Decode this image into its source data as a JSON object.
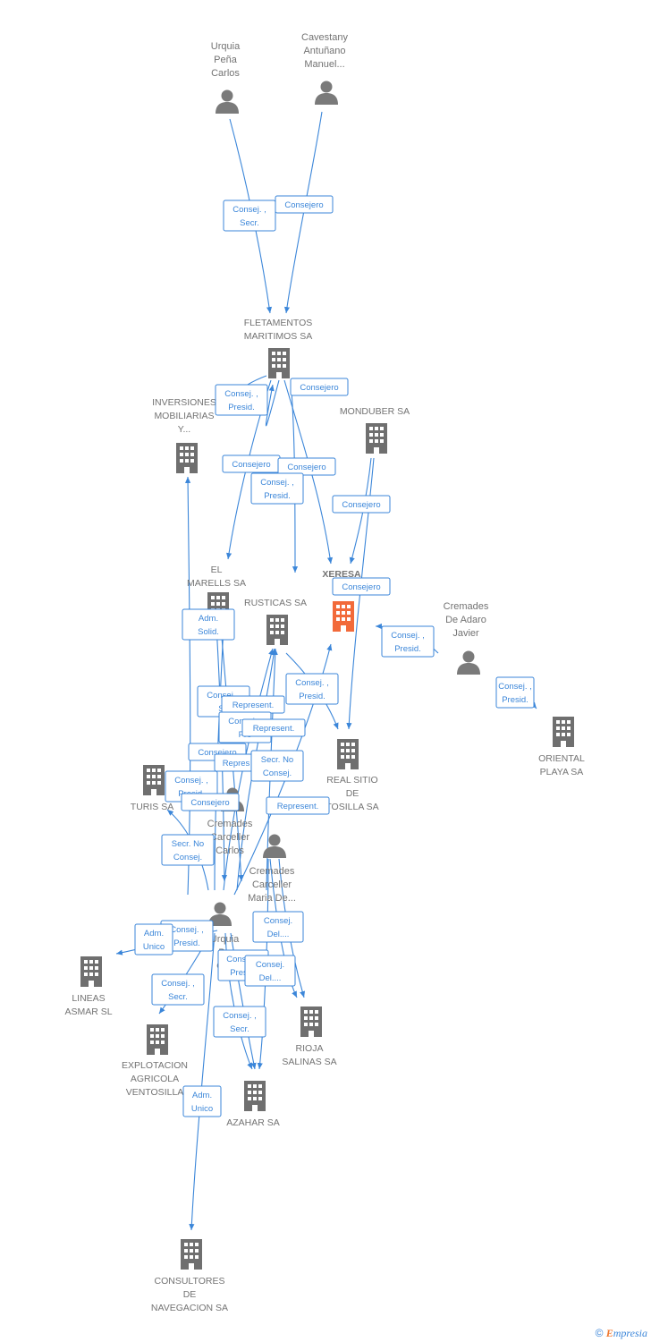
{
  "colors": {
    "edge": "#3b86d9",
    "person": "#7a7a7a",
    "company": "#6f6f6f",
    "focus": "#f26a3a",
    "label": "#737373"
  },
  "nodes": [
    {
      "id": "urquia_carlos_top",
      "kind": "person",
      "label": [
        "Urquia",
        "Peña",
        "Carlos"
      ]
    },
    {
      "id": "cavestany",
      "kind": "person",
      "label": [
        "Cavestany",
        "Antuñano",
        "Manuel..."
      ]
    },
    {
      "id": "fletamentos",
      "kind": "company",
      "label": [
        "FLETAMENTOS",
        "MARITIMOS SA"
      ]
    },
    {
      "id": "inversiones",
      "kind": "company",
      "label": [
        "INVERSIONES",
        "MOBILIARIAS",
        "Y..."
      ]
    },
    {
      "id": "monduber",
      "kind": "company",
      "label": [
        "MONDUBER SA"
      ]
    },
    {
      "id": "xeresa",
      "kind": "company",
      "focus": true,
      "label": [
        "XERESA",
        "RES"
      ]
    },
    {
      "id": "el_marells",
      "kind": "company",
      "label": [
        "EL",
        "MARELLS SA"
      ]
    },
    {
      "id": "rusticas",
      "kind": "company",
      "label": [
        "RUSTICAS SA"
      ]
    },
    {
      "id": "cremades_adaro",
      "kind": "person",
      "label": [
        "Cremades",
        "De Adaro",
        "Javier"
      ]
    },
    {
      "id": "oriental",
      "kind": "company",
      "label": [
        "ORIENTAL",
        "PLAYA SA"
      ]
    },
    {
      "id": "real_sitio",
      "kind": "company",
      "label": [
        "REAL SITIO",
        "DE",
        "TOSILLA SA"
      ]
    },
    {
      "id": "turis",
      "kind": "company",
      "label": [
        "TURIS SA"
      ]
    },
    {
      "id": "cremades_carlos",
      "kind": "person",
      "label": [
        "Cremades",
        "Carceller",
        "Carlos"
      ]
    },
    {
      "id": "cremades_maria",
      "kind": "person",
      "label": [
        "Cremades",
        "Carceller",
        "Maria De..."
      ]
    },
    {
      "id": "urquia_carlos_mid",
      "kind": "person",
      "label": [
        "Urquia",
        "Pe",
        "Car"
      ]
    },
    {
      "id": "lineas_asmar",
      "kind": "company",
      "label": [
        "LINEAS",
        "ASMAR  SL"
      ]
    },
    {
      "id": "rioja",
      "kind": "company",
      "label": [
        "RIOJA",
        "SALINAS SA"
      ]
    },
    {
      "id": "explotacion",
      "kind": "company",
      "label": [
        "EXPLOTACION",
        "AGRICOLA",
        "VENTOSILLA"
      ]
    },
    {
      "id": "azahar",
      "kind": "company",
      "label": [
        "AZAHAR SA"
      ]
    },
    {
      "id": "consultores",
      "kind": "company",
      "label": [
        "CONSULTORES",
        "DE",
        "NAVEGACION SA"
      ]
    }
  ],
  "relations": [
    {
      "label": [
        "Consej. ,",
        "Secr."
      ]
    },
    {
      "label": [
        "Consejero"
      ]
    },
    {
      "label": [
        "Consej. ,",
        "Presid."
      ]
    },
    {
      "label": [
        "Consejero"
      ]
    },
    {
      "label": [
        "Consejero"
      ]
    },
    {
      "label": [
        "Consejero"
      ]
    },
    {
      "label": [
        "Consej. ,",
        "Presid."
      ]
    },
    {
      "label": [
        "Consejero"
      ]
    },
    {
      "label": [
        "Consejero"
      ]
    },
    {
      "label": [
        "Consej. ,",
        "Presid."
      ]
    },
    {
      "label": [
        "Consej. ,",
        "Presid."
      ]
    },
    {
      "label": [
        "Adm.",
        "Solid."
      ]
    },
    {
      "label": [
        "Consej. ,",
        "Presid."
      ]
    },
    {
      "label": [
        "Consej. ,",
        "Se"
      ]
    },
    {
      "label": [
        "Represent."
      ]
    },
    {
      "label": [
        "Consej. ,",
        "Pre"
      ]
    },
    {
      "label": [
        "Represent."
      ]
    },
    {
      "label": [
        "Consejero"
      ]
    },
    {
      "label": [
        "Repres"
      ]
    },
    {
      "label": [
        "Secr.  No",
        "Consej."
      ]
    },
    {
      "label": [
        "Consej. ,",
        "Presid."
      ]
    },
    {
      "label": [
        "Consejero"
      ]
    },
    {
      "label": [
        "Represent."
      ]
    },
    {
      "label": [
        "Secr.  No",
        "Consej."
      ]
    },
    {
      "label": [
        "Consej. ,",
        "Presid."
      ]
    },
    {
      "label": [
        "Adm.",
        "Unico"
      ]
    },
    {
      "label": [
        "Consej.",
        "Del...."
      ]
    },
    {
      "label": [
        "Consej. ,",
        "Presid."
      ]
    },
    {
      "label": [
        "Consej.",
        "Del...."
      ]
    },
    {
      "label": [
        "Consej. ,",
        "Secr."
      ]
    },
    {
      "label": [
        "Consej. ,",
        "Secr."
      ]
    },
    {
      "label": [
        "Adm.",
        "Unico"
      ]
    }
  ],
  "footer": {
    "copyright": "©",
    "brand_first": "E",
    "brand_rest": "mpresia"
  }
}
